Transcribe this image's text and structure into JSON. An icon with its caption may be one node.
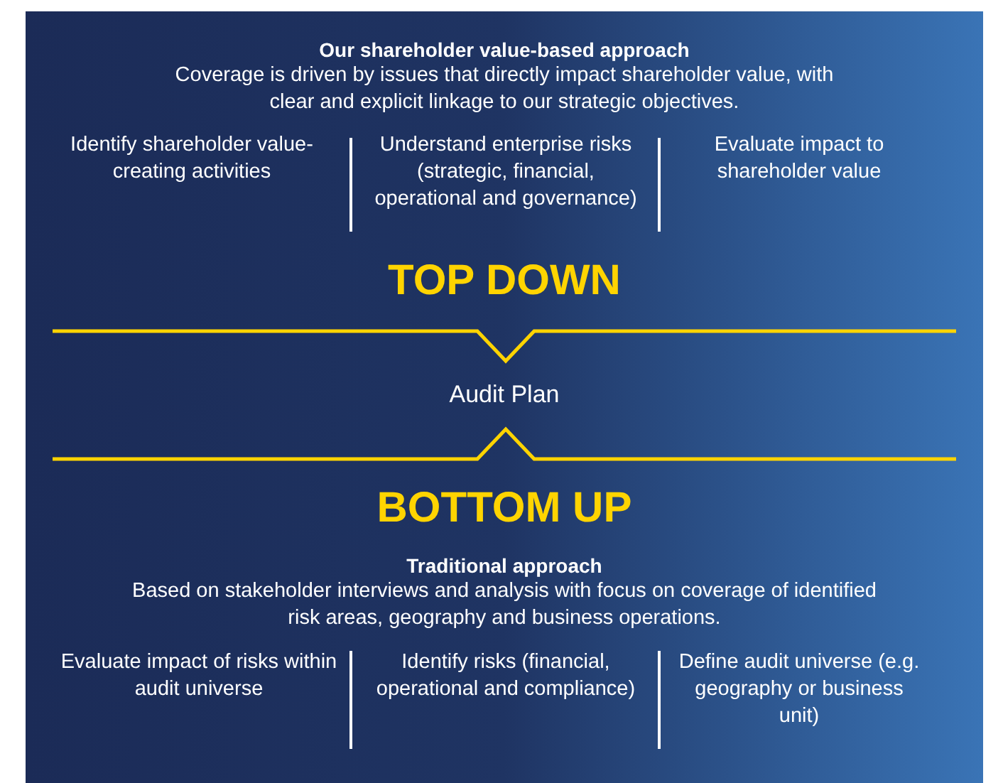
{
  "diagram": {
    "labels": [
      "Our shareholder value-based approach",
      "Coverage is driven by issues that directly impact shareholder value, with clear and explicit linkage to our strategic objectives.",
      "Identify shareholder value-creating activities",
      "Understand enterprise risks (strategic, financial, operational and governance)",
      "Evaluate impact to shareholder value",
      "TOP DOWN",
      "Audit Plan",
      "BOTTOM UP",
      "Traditional approach",
      "Based on stakeholder interviews and analysis with focus on coverage of identified risk areas, geography and business operations.",
      "Evaluate impact of risks within audit universe",
      "Identify risks (financial, operational and compliance)",
      "Define audit universe (e.g. geography or business unit)"
    ]
  }
}
